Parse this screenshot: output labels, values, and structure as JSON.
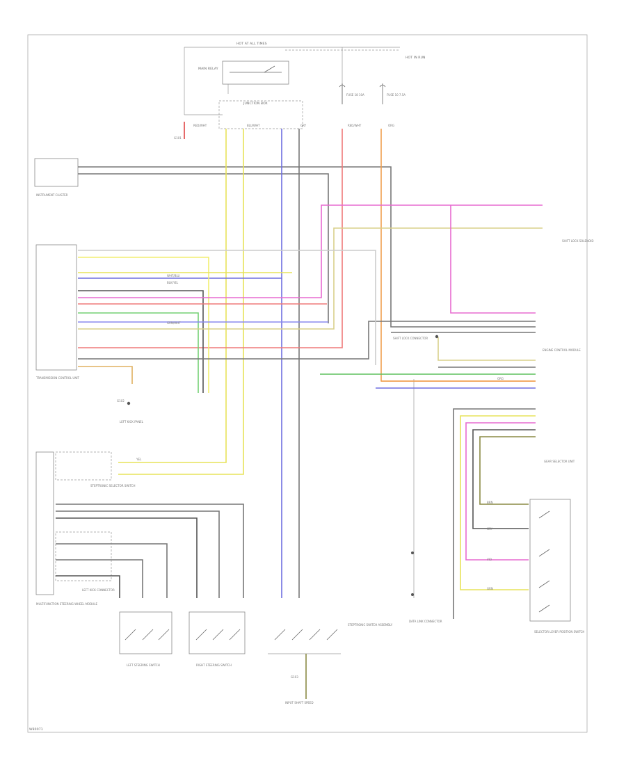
{
  "footer": {
    "code": "W80071"
  },
  "components": {
    "hot_at_all_times": "HOT AT ALL TIMES",
    "hot_in_run": "HOT IN RUN",
    "junction_box": "JUNCTION BOX",
    "left_kick_panel": "LEFT KICK PANEL",
    "fuse_a": "FUSE 18 10A",
    "fuse_b": "FUSE 10 7.5A",
    "power_relay": "MAIN RELAY",
    "instrument_cluster": "INSTRUMENT CLUSTER",
    "transmission_control_unit": "TRANSMISSION CONTROL UNIT",
    "engine_control_module": "ENGINE CONTROL MODULE",
    "shift_lock_solenoid": "SHIFT LOCK SOLENOID",
    "shift_lock_connector": "SHIFT LOCK CONNECTOR",
    "data_link_connector": "DATA LINK CONNECTOR",
    "steptronic_selector_switch": "STEPTRONIC SELECTOR SWITCH",
    "left_kick_connector": "LEFT KICK CONNECTOR",
    "gear_selector_unit": "GEAR SELECTOR UNIT",
    "selector_lever_position_switch": "SELECTOR LEVER POSITION SWITCH",
    "steptronic_switch_assembly": "STEPTRONIC SWITCH ASSEMBLY",
    "input_shaft_speed": "INPUT SHAFT SPEED",
    "left_steering_switch": "LEFT STEERING SWITCH",
    "right_steering_switch": "RIGHT STEERING SWITCH",
    "multifunction_steering_module": "MULTIFUNCTION STEERING WHEEL MODULE",
    "ground_a": "G101",
    "ground_b": "G102",
    "ground_c": "G103"
  },
  "wire_labels": {
    "red_wht": "RED/WHT",
    "blu_wht": "BLU/WHT",
    "yel": "YEL",
    "grn_wht": "GRN/WHT",
    "brn": "BRN",
    "vio": "VIO",
    "gry": "GRY",
    "org": "ORG",
    "blk_yel": "BLK/YEL",
    "wht_blu": "WHT/BLU",
    "grn": "GRN"
  }
}
